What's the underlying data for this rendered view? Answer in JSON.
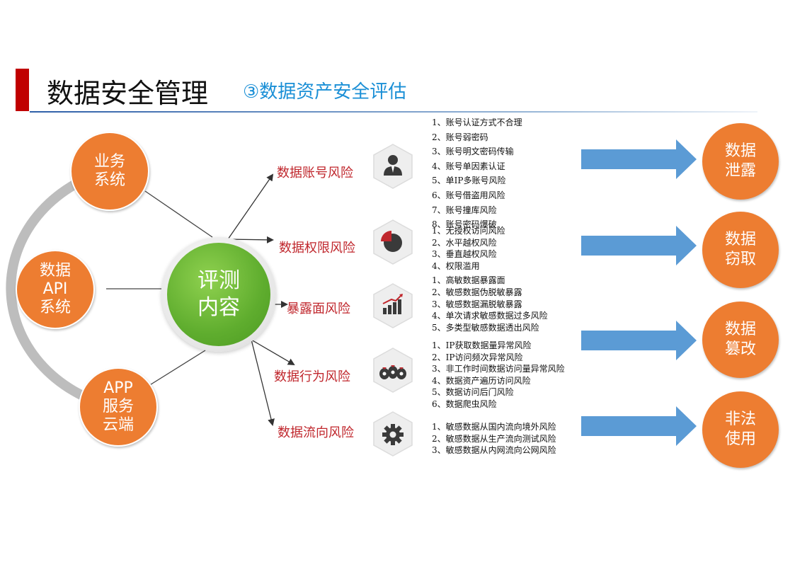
{
  "header": {
    "title": "数据安全管理",
    "subtitle": "③数据资产安全评估"
  },
  "center": {
    "label": "评测\n内容"
  },
  "sources": [
    {
      "label": "业务\n系统"
    },
    {
      "label": "数据\nAPI\n系统"
    },
    {
      "label": "APP\n服务\n云端"
    }
  ],
  "risks": [
    {
      "label": "数据账号风险",
      "icon": "person-icon",
      "items": [
        "1、账号认证方式不合理",
        "2、账号弱密码",
        "3、账号明文密码传输",
        "4、账号单因素认证",
        "5、单IP多账号风险",
        "6、账号借盗用风险",
        "7、账号撞库风险",
        "8、账号密码爆破"
      ]
    },
    {
      "label": "数据权限风险",
      "icon": "pie-chart-icon",
      "items": [
        "1、无授权访问风险",
        "2、水平越权风险",
        "3、垂直越权风险",
        "4、权限滥用"
      ]
    },
    {
      "label": "暴露面风险",
      "icon": "bar-chart-icon",
      "items": [
        "1、高敏数据暴露面",
        "2、敏感数据伪脱敏暴露",
        "3、敏感数据漏脱敏暴露",
        "4、单次请求敏感数据过多风险",
        "5、多类型敏感数据透出风险"
      ]
    },
    {
      "label": "数据行为风险",
      "icon": "money-bags-icon",
      "items": [
        "1、IP获取数据量异常风险",
        "2、IP访问频次异常风险",
        "3、非工作时间数据访问量异常风险",
        "4、数据资产遍历访问风险",
        "5、数据访问后门风险",
        "6、数据爬虫风险"
      ]
    },
    {
      "label": "数据流向风险",
      "icon": "gear-icon",
      "items": [
        "1、敏感数据从国内流向境外风险",
        "2、敏感数据从生产流向测试风险",
        "3、敏感数据从内网流向公网风险"
      ]
    }
  ],
  "outcomes": [
    {
      "label": "数据\n泄露"
    },
    {
      "label": "数据\n窃取"
    },
    {
      "label": "数据\n篡改"
    },
    {
      "label": "非法\n使用"
    }
  ],
  "colors": {
    "orange": "#ed7d31",
    "green": "#5fad2e",
    "risk_red": "#c0272d",
    "arrow_blue": "#5b9bd5",
    "accent_bar": "#c00000",
    "subtitle_blue": "#1a8fd6"
  }
}
